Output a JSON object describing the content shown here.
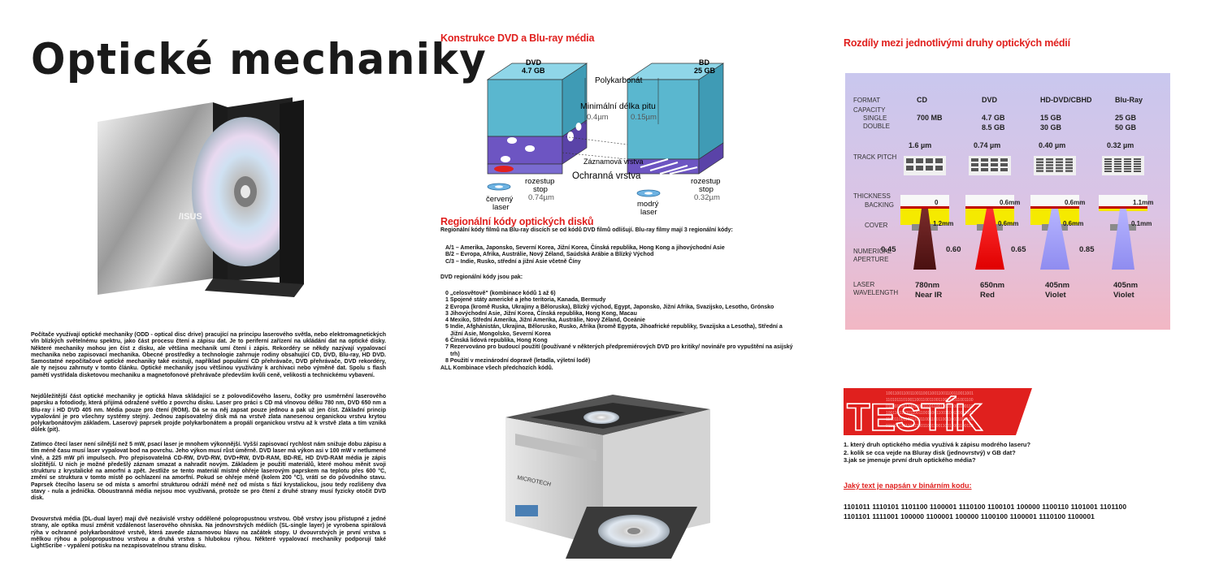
{
  "title": "Optické mechaniky",
  "drive_logo": "/ISUS",
  "paragraphs": [
    "Počítače využívají optické mechaniky (ODD - optical disc drive) pracující na principu laserového světla, nebo elektromagnetických vln blízkých světelnému spektru, jako část procesu čtení a zápisu dat. Je to periferní zařízení na ukládání dat na optické disky. Některé mechaniky mohou jen číst z disku, ale většina mechanik umí čtení i zápis. Rekordéry se někdy nazývají vypalovací mechanika nebo zapisovací mechanika. Obecné prostředky a technologie zahrnuje rodiny obsahující CD, DVD, Blu-ray, HD DVD. Samostatné nepočítačové optické mechaniky také existují, například populární CD přehrávače, DVD přehrávače, DVD rekordéry, ale ty nejsou zahrnuty v tomto článku. Optické mechaniky jsou většinou využívány k archivaci nebo výměně dat. Spolu s flash pamětí vystřídala disketovou mechaniku a magnetofonové přehrávače především kvůli ceně, velikosti a technickému vybavení.",
    "Nejdůležitější část optické mechaniky je optická hlava skládající se z polovodičového laseru, čočky pro usměrnění laserového paprsku a fotodiody, která přijímá odražené světlo z povrchu disku. Laser pro práci s CD má vlnovou délku 780 nm, DVD 650 nm a Blu-ray i HD DVD 405 nm. Média pouze pro čtení (ROM). Dá se na něj zapsat pouze jednou a pak už jen číst. Základní princip vypalování je pro všechny systémy stejný. Jednou zapisovatelný disk má na vrstvě zlata nanesenou organickou vrstvu krytou polykarbonátovým základem. Laserový paprsek projde polykarbonátem a propálí organickou vrstvu až k vrstvě zlata a tím vzniká důlek (pit).",
    "Zatímco čtecí laser není silnější než 5 mW, psací laser je mnohem výkonnější. Vyšší zapisovací rychlost nám snižuje dobu zápisu a tím méně času musí laser vypalovat bod na povrchu. Jeho výkon musí růst úměrně. DVD laser má výkon asi v 100 mW v netlumené vlně, a 225 mW při impulsech. Pro přepisovatelná CD-RW, DVD-RW, DVD+RW, DVD-RAM, BD-RE, HD DVD-RAM média je zápis složitější. U nich je možné předešlý záznam smazat a nahradit novým. Základem je použití materiálů, které mohou měnit svoji strukturu z krystalické na amorfní a zpět. Jestliže se tento materiál místně ohřeje laserovým paprskem na teplotu přes 600 °C, změní se struktura v tomto místě po ochlazení na amorfní. Pokud se ohřeje méně (kolem 200 °C), vrátí se do původního stavu. Paprsek čtecího laseru se od místa s amorfní strukturou odráží méně než od místa s fází krystalickou, jsou tedy rozlišeny dva stavy - nula a jednička. Oboustranná média nejsou moc využívaná, protože se pro čtení z druhé strany musí fyzicky otočit DVD disk.",
    "Dvouvrstvá média (DL-dual layer) mají dvě nezávislé vrstvy oddělené polopropustnou vrstvou. Obě vrstvy jsou přístupné z jedné strany, ale optika musí změnit vzdálenost laserového ohniska. Na jednovrstvých médiích (SL-single layer) je vyrobena spirálová rýha v ochranné polykarbonátové vrstvě, která zavede záznamovou hlavu na začátek stopy. U dvouvrstvých je první vrstva s mělkou rýhou a polopropustnou vrstvou a druhá vrstva s hlubokou rýhou. Některé vypalovací mechaniky podporují také LightScribe - vypálení potisku na nezapisovatelnou stranu disku."
  ],
  "construction": {
    "heading": "Konstrukce DVD a Blu-ray média",
    "dvd_label": "DVD",
    "dvd_capacity": "4.7 GB",
    "bd_label": "BD",
    "bd_capacity": "25 GB",
    "polycarbonate": "Polykarbonát",
    "min_pit": "Minimální délka pitu",
    "pit_dvd": "0.4µm",
    "pit_bd": "0.15µm",
    "record_layer": "Záznamová vrstva",
    "protect_layer": "Ochranná vrstva",
    "track_left_1": "rozestup",
    "track_left_2": "stop",
    "track_left_3": "0.74µm",
    "track_right_1": "rozestup",
    "track_right_2": "stop",
    "track_right_3": "0.32µm",
    "red_laser_1": "červený",
    "red_laser_2": "laser",
    "blue_laser_1": "modrý",
    "blue_laser_2": "laser"
  },
  "regions": {
    "heading": "Regionální kódy optických disků",
    "intro": "Regionální kódy filmů na Blu-ray discích se od kódů DVD filmů odlišují. Blu-ray filmy mají 3 regionální kódy:",
    "bluray": [
      "A/1 – Amerika, Japonsko, Severní Korea, Jižní Korea, Čínská republika, Hong Kong a jihovýchodní Asie",
      "B/2 – Evropa, Afrika, Austrálie, Nový Zéland, Saúdská Arábie a Blízký Východ",
      "C/3 – Indie, Rusko, střední a jižní Asie včetně Číny"
    ],
    "dvd_intro": "DVD regionální kódy jsou pak:",
    "dvd": [
      "0 „celosvětově\" (kombinace kódů 1 až 6)",
      "1 Spojené státy americké a jeho teritoria, Kanada, Bermudy",
      "2 Evropa (kromě Ruska, Ukrajiny a Běloruska), Blízký východ, Egypt, Japonsko, Jižní Afrika, Svazijsko, Lesotho, Grónsko",
      "3 Jihovýchodní Asie, Jižní Korea, Čínská republika, Hong Kong, Macau",
      "4 Mexiko, Střední Amerika, Jižní Amerika, Austrálie, Nový Zéland, Oceánie",
      "5 Indie, Afghánistán, Ukrajina, Bělorusko, Rusko, Afrika (kromě Egypta, Jihoafrické republiky, Svazijska a Lesotha), Střední a",
      "Jižní Asie, Mongolsko, Severní Korea",
      "6 Čínská lidová republika, Hong Kong",
      "7 Rezervováno pro budoucí použití (používané v některých předpremiérových DVD pro kritiky/ novináře pro vypuštění na asijský",
      "trh)",
      "8 Použití v mezinárodní dopravě (letadla, výletní lodě)"
    ],
    "all": "ALL Kombinace všech předchozích kódů."
  },
  "printer_brand": "MICROTECH",
  "differences": {
    "heading": "Rozdíly mezi jednotlivými druhy optických médií",
    "format_label": "FORMAT",
    "formats": [
      "CD",
      "DVD",
      "HD-DVD/CBHD",
      "Blu-Ray"
    ],
    "capacity_label": "CAPACITY",
    "single_label": "SINGLE",
    "double_label": "DOUBLE",
    "single": [
      "700 MB",
      "4.7 GB",
      "15 GB",
      "25 GB"
    ],
    "double": [
      "",
      "8.5 GB",
      "30 GB",
      "50 GB"
    ],
    "track_pitch_label": "TRACK PITCH",
    "track_pitch": [
      "1.6 µm",
      "0.74 µm",
      "0.40 µm",
      "0.32 µm"
    ],
    "thickness_label": "THICKNESS",
    "backing_label": "BACKING",
    "cover_label": "COVER",
    "backing": [
      "0",
      "0.6mm",
      "0.6mm",
      "1.1mm"
    ],
    "cover": [
      "1.2mm",
      "0.6mm",
      "0.6mm",
      "0.1mm"
    ],
    "aperture_label_1": "NUMERICAL",
    "aperture_label_2": "APERTURE",
    "aperture": [
      "0.45",
      "0.60",
      "0.65",
      "0.85"
    ],
    "laser_label_1": "LASER",
    "laser_label_2": "WAVELENGTH",
    "wavelength": [
      "780nm",
      "650nm",
      "405nm",
      "405nm"
    ],
    "color": [
      "Near IR",
      "Red",
      "Violet",
      "Violet"
    ]
  },
  "quiz": {
    "logo": "TESTÍK",
    "questions": [
      "1. který druh optického média využívá k zápisu modrého laseru?",
      "2. kolik se cca vejde na Bluray disk (jednovrstvý) v GB dat?",
      "3.jak se jmenuje první druh optického média?"
    ],
    "binary_heading": "Jaký text je napsán v binárním kodu:",
    "binary_line1": "1101011 1110101 1101100 1100001 1110100 1100101 100000 1100110 1101001 1101100",
    "binary_line2": "1101101 1111001 100000 1100001 100000 1100100 1100001 1110100 1100001"
  },
  "colors": {
    "accent_red": "#e0201e",
    "cube_cyan": "#5ab7cf",
    "dvd_purple": "#6d55c2",
    "table_bg_top": "#c9c7ee",
    "table_bg_bottom": "#f2b7c4"
  }
}
